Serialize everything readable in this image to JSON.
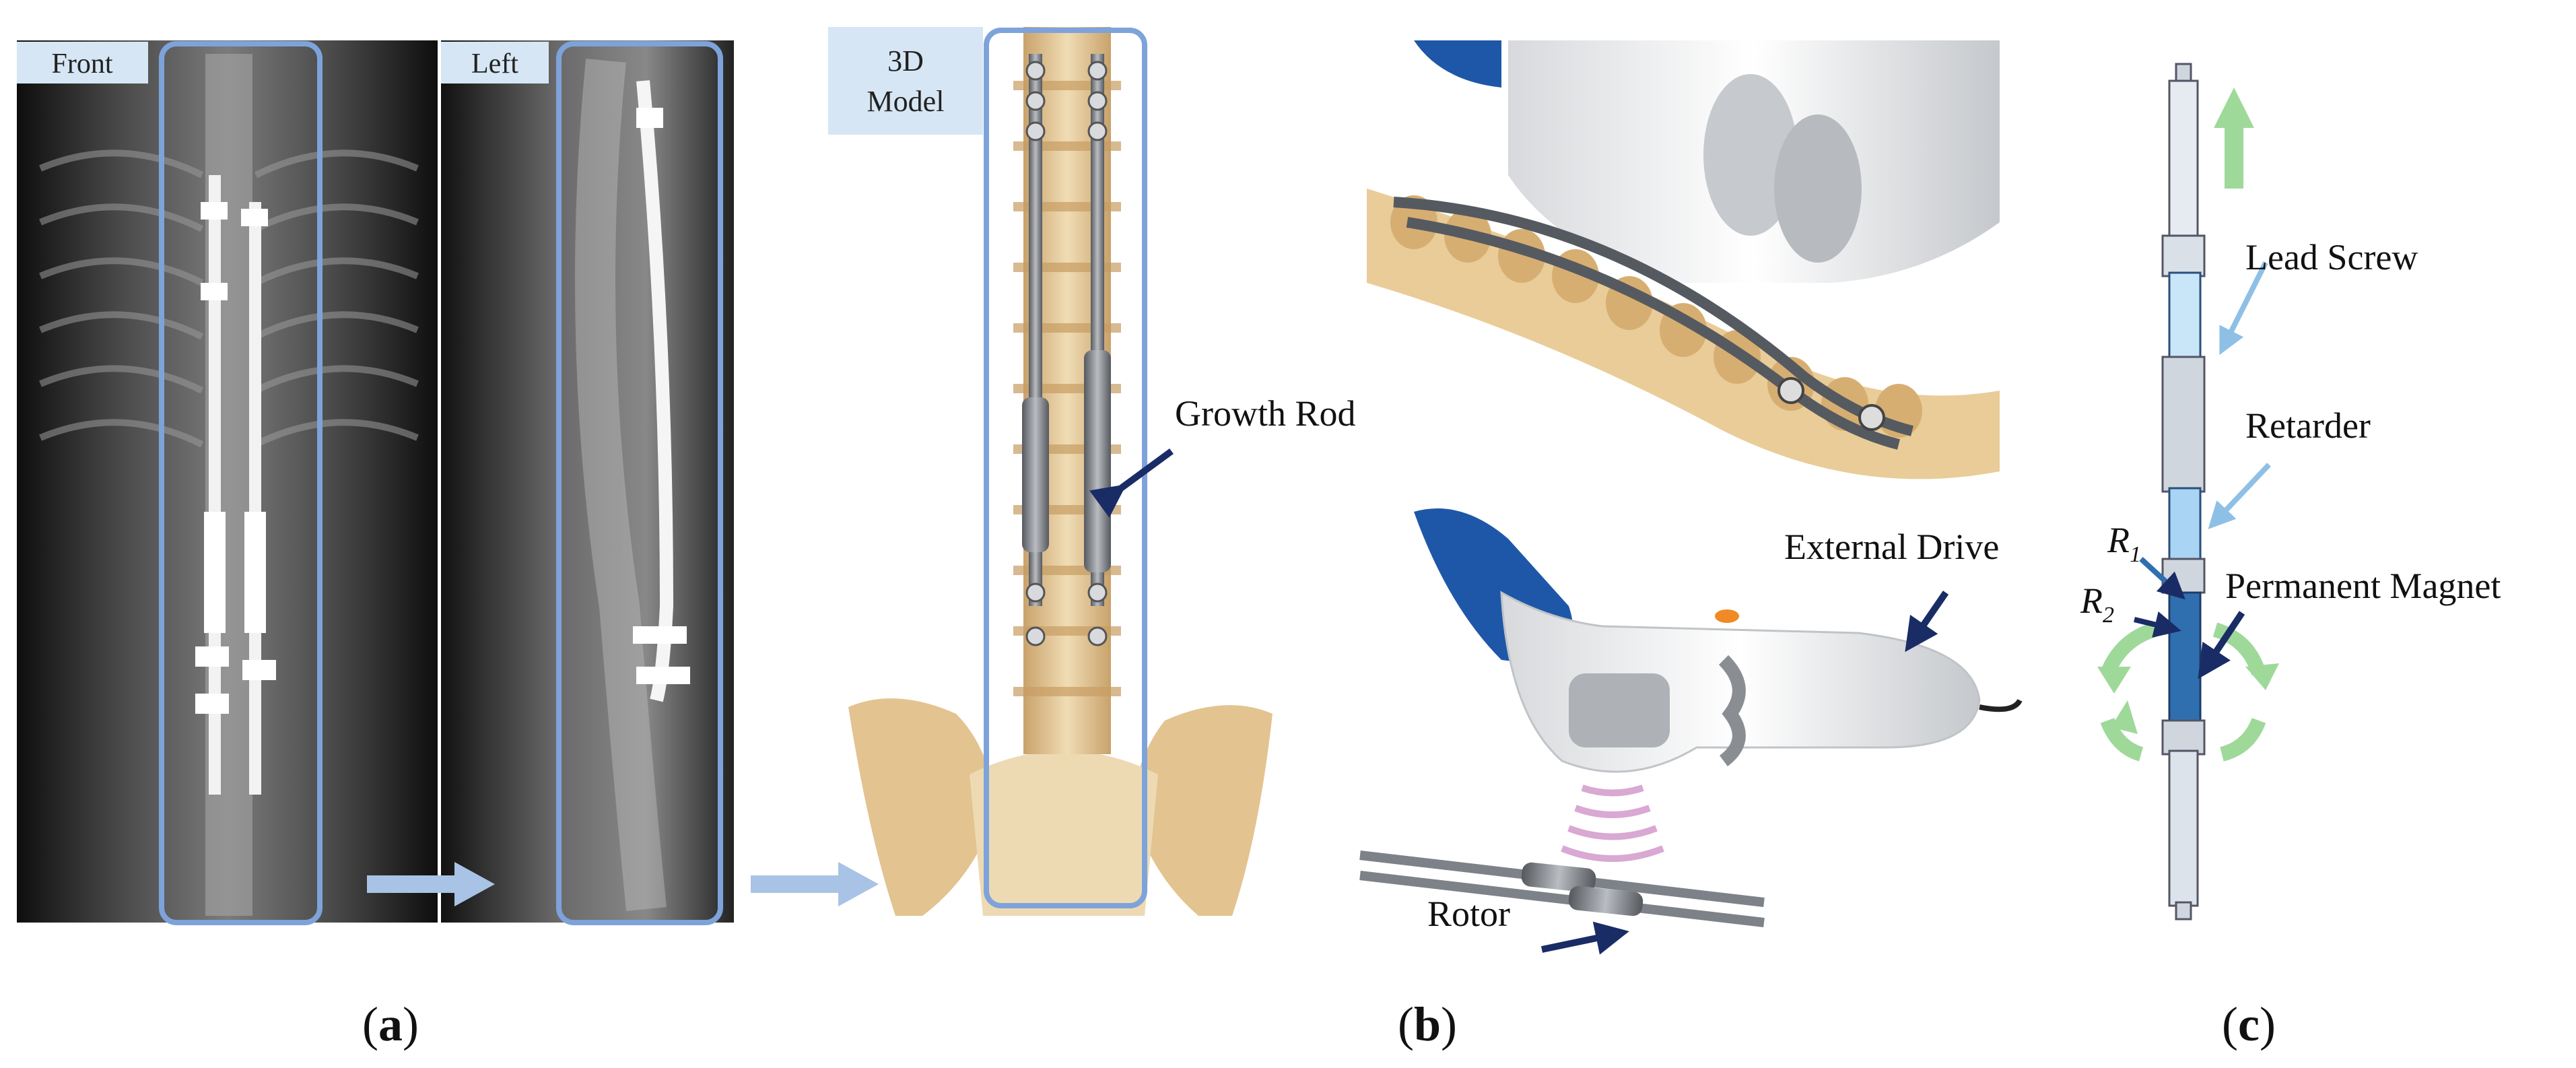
{
  "panel_a": {
    "caption": "(a)",
    "xray_front_label": "Front",
    "xray_left_label": "Left",
    "model_label": "3D\nModel",
    "callout_growth_rod": "Growth Rod"
  },
  "panel_b": {
    "caption": "(b)",
    "callout_external_drive": "External Drive",
    "callout_rotor": "Rotor"
  },
  "panel_c": {
    "caption": "(c)",
    "callout_lead_screw": "Lead Screw",
    "callout_retarder": "Retarder",
    "callout_r1_base": "R",
    "callout_r1_sub": "1",
    "callout_r2_base": "R",
    "callout_r2_sub": "2",
    "callout_permanent_magnet": "Permanent Magnet"
  },
  "colors": {
    "highlight_box": "#7ea3da",
    "flow_arrow": "#a9c3e6",
    "callout_arrow_dark": "#1a2c66",
    "callout_arrow_light": "#8ec0e6",
    "motion_arrow": "#9fd99a",
    "bone": "#e6c99a",
    "rod": "#6f7478",
    "xray_bg": "#1a1a1a",
    "device_blue": "#1f57a8",
    "magnet_blue": "#2f6fb0",
    "wave": "#d9a8d3"
  }
}
